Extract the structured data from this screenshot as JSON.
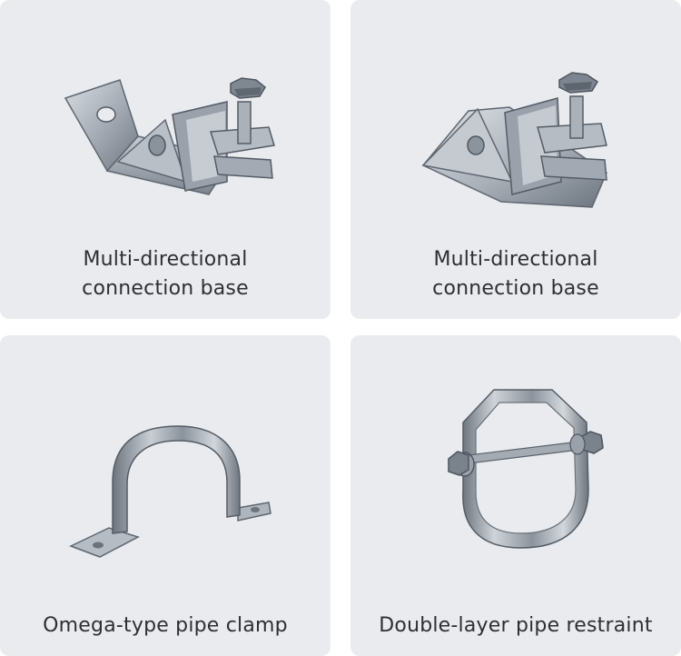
{
  "products": [
    {
      "line1": "Multi-directional",
      "line2": "connection base",
      "icon": "connection-base-bent-plate-icon"
    },
    {
      "line1": "Multi-directional",
      "line2": "connection base",
      "icon": "connection-base-triangle-plate-icon"
    },
    {
      "line1": "Omega-type pipe clamp",
      "icon": "omega-pipe-clamp-icon"
    },
    {
      "line1": "Double-layer pipe restraint",
      "icon": "double-layer-pipe-restraint-icon"
    }
  ]
}
